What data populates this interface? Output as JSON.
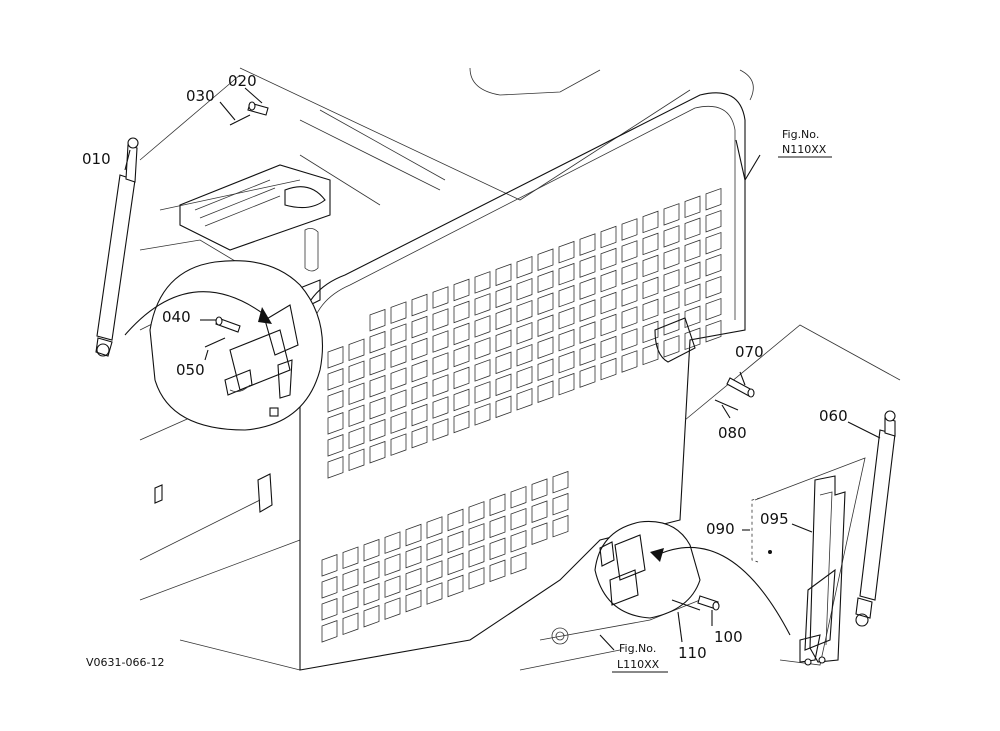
{
  "drawing_code": "V0631-066-12",
  "figure_refs": [
    {
      "id": "n110xx",
      "line1": "Fig.No.",
      "line2": "N110XX"
    },
    {
      "id": "l110xx",
      "line1": "Fig.No.",
      "line2": "L110XX"
    }
  ],
  "callouts": [
    {
      "id": "010",
      "label": "010"
    },
    {
      "id": "020",
      "label": "020"
    },
    {
      "id": "030",
      "label": "030"
    },
    {
      "id": "040",
      "label": "040"
    },
    {
      "id": "050",
      "label": "050"
    },
    {
      "id": "060",
      "label": "060"
    },
    {
      "id": "070",
      "label": "070"
    },
    {
      "id": "080",
      "label": "080"
    },
    {
      "id": "090",
      "label": "090"
    },
    {
      "id": "095",
      "label": "095"
    },
    {
      "id": "100",
      "label": "100"
    },
    {
      "id": "110",
      "label": "110"
    }
  ]
}
